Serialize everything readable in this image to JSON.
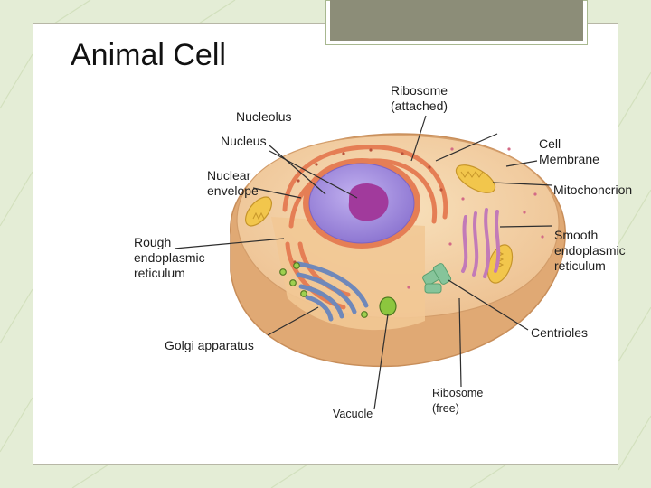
{
  "slide": {
    "title": "Animal Cell"
  },
  "labels": {
    "ribosome_attached_1": "Ribosome",
    "ribosome_attached_2": "(attached)",
    "nucleolus": "Nucleolus",
    "nucleus": "Nucleus",
    "cell_membrane_1": "Cell",
    "cell_membrane_2": "Membrane",
    "nuclear_envelope_1": "Nuclear",
    "nuclear_envelope_2": "envelope",
    "mitochondrion": "Mitochoncrion",
    "rough_er_1": "Rough",
    "rough_er_2": "endoplasmic",
    "rough_er_3": "reticulum",
    "smooth_er_1": "Smooth",
    "smooth_er_2": "endoplasmic",
    "smooth_er_3": "reticulum",
    "centrioles": "Centrioles",
    "golgi": "Golgi apparatus",
    "vacuole": "Vacuole",
    "ribosome_free_1": "Ribosome",
    "ribosome_free_2": "(free)"
  },
  "colors": {
    "background": "#e4edd6",
    "cytoplasm": "#f3d3a6",
    "nucleus": "#a48ee0",
    "nucleolus": "#a13a9c",
    "rough_er": "#e9825a",
    "mitochondria": "#f1c64a",
    "golgi": "#6e87b8",
    "smooth_er": "#c27ab8",
    "centrioles": "#86c49a",
    "vacuole": "#8cc63e"
  }
}
